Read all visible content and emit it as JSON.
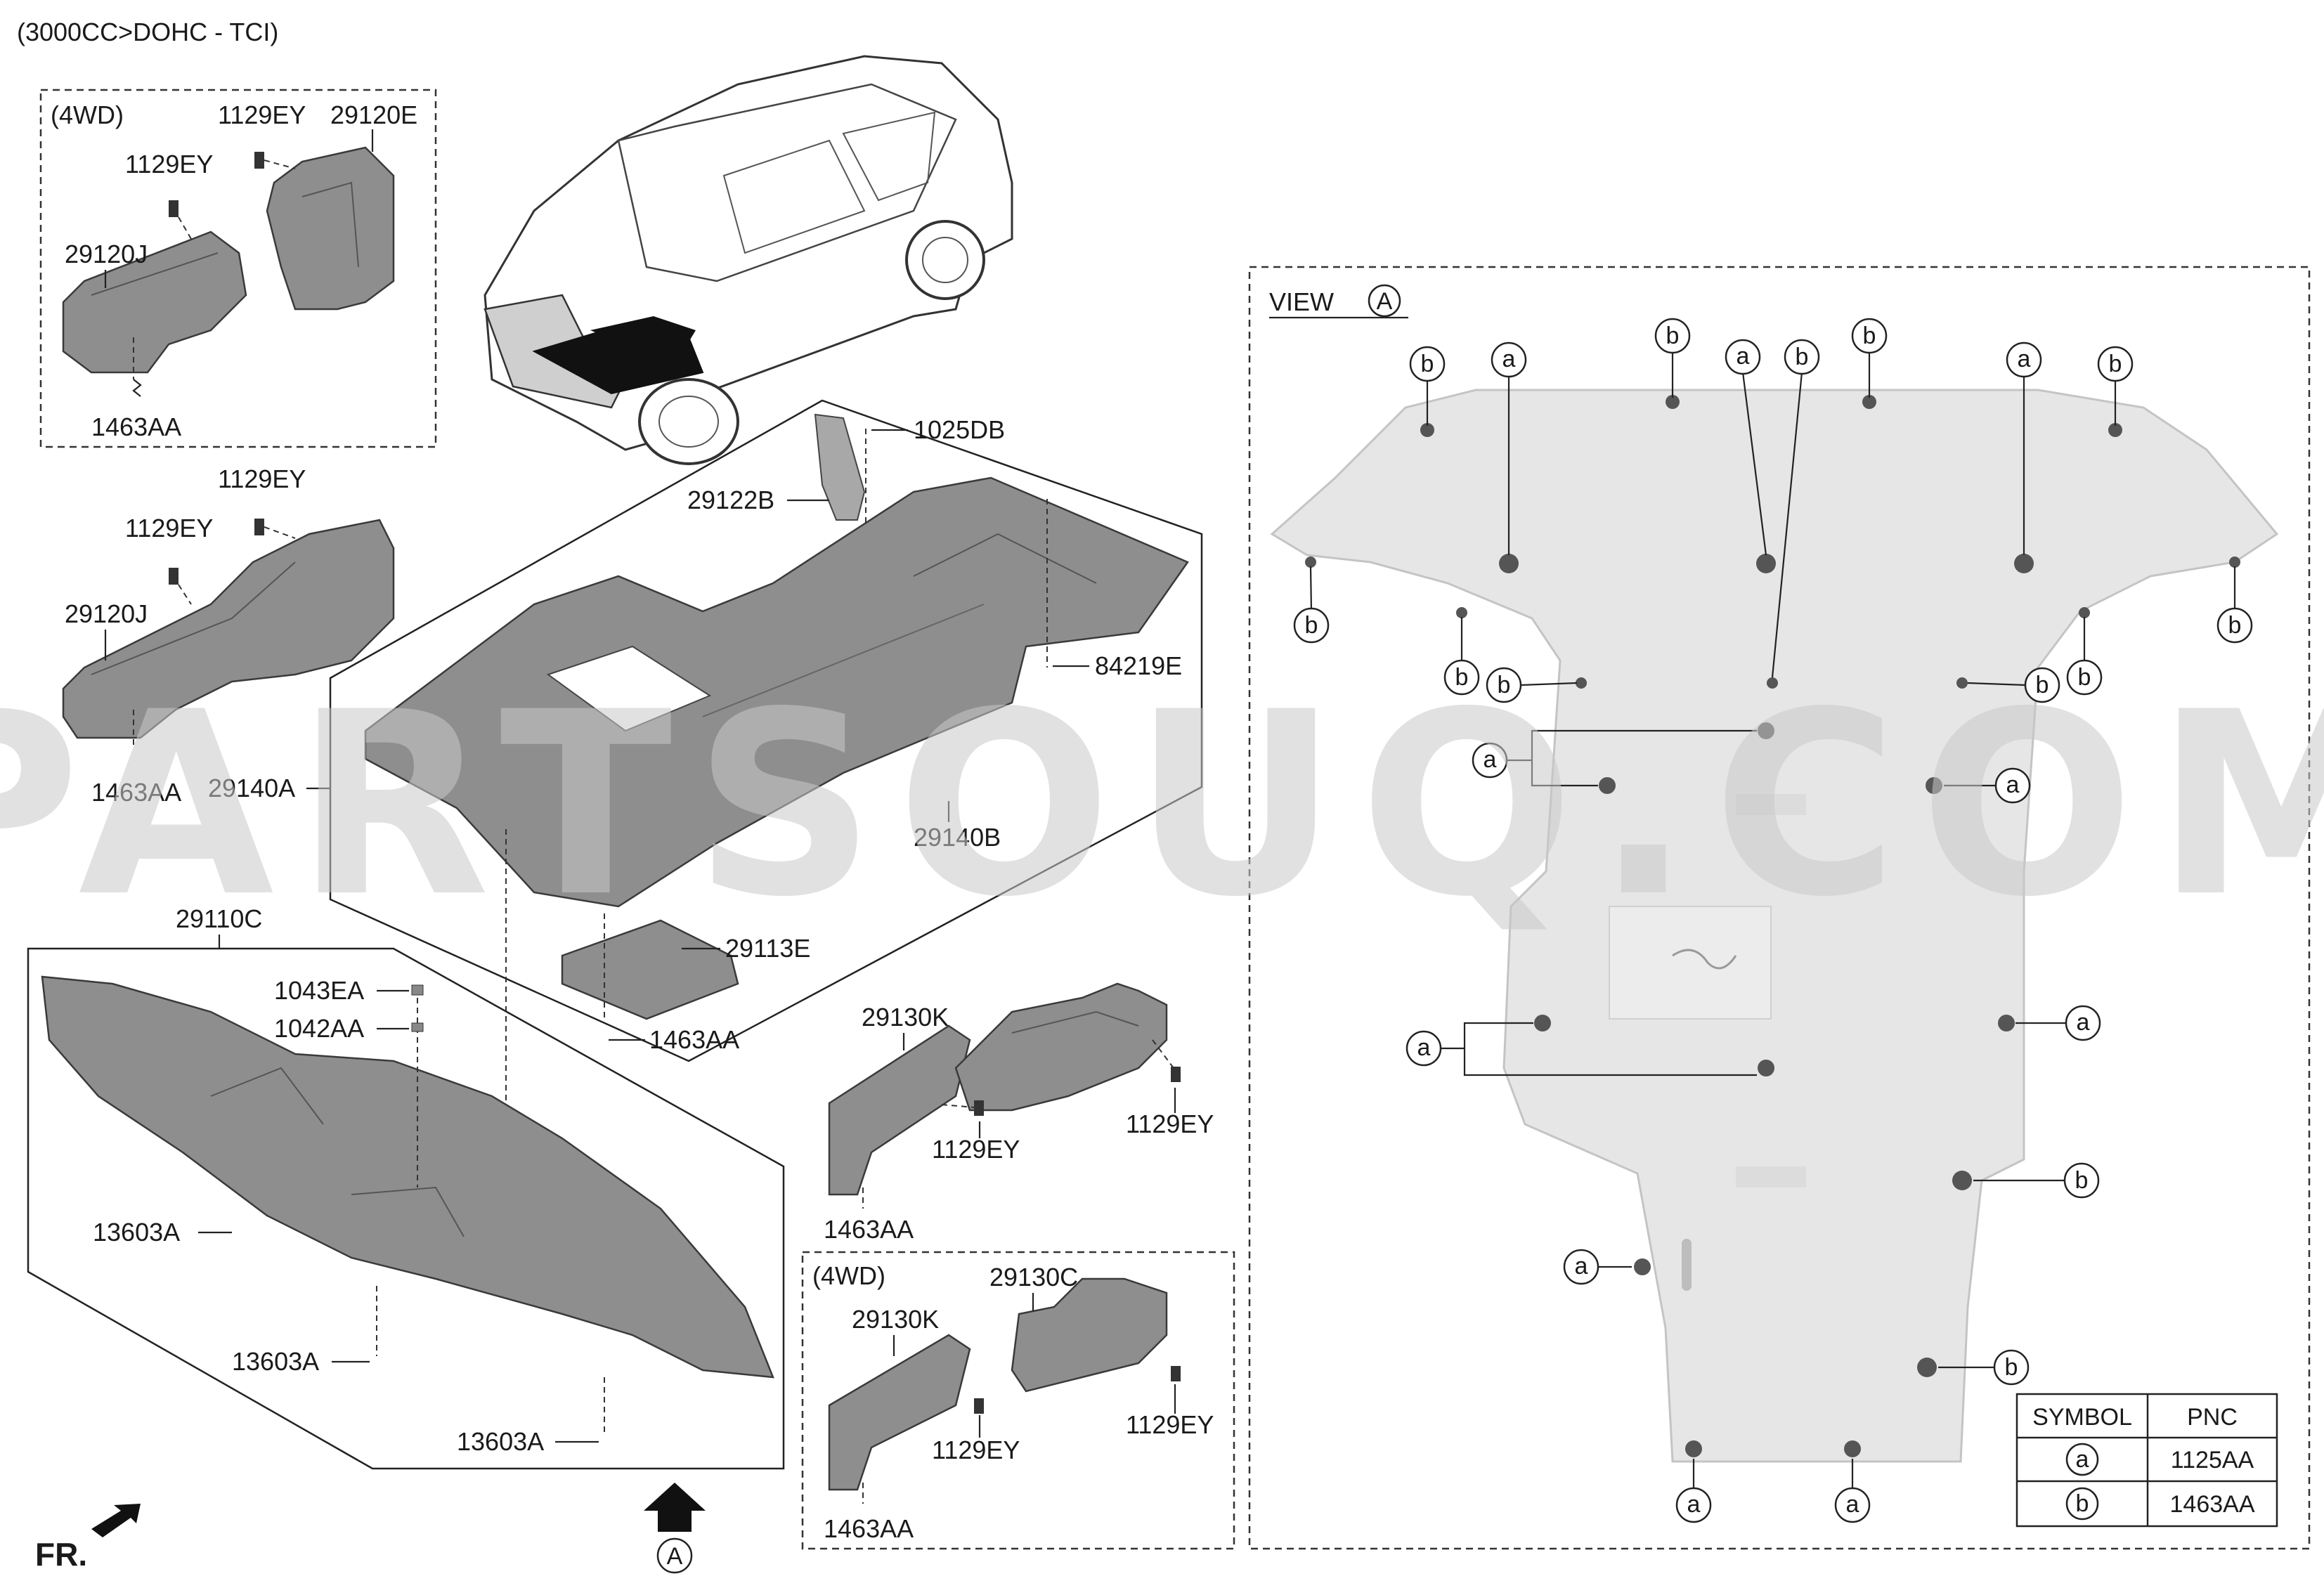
{
  "header": {
    "engine": "(3000CC>DOHC - TCI)"
  },
  "watermark": "PARTSOUQ.COM",
  "front_indicator": {
    "label": "FR."
  },
  "view_marker": {
    "letter": "A"
  },
  "view_panel": {
    "title": "VIEW",
    "letter": "A"
  },
  "groups": {
    "four_wd_1": "(4WD)",
    "four_wd_2": "(4WD)"
  },
  "parts": {
    "p_1129EY_a": "1129EY",
    "p_29120E": "29120E",
    "p_1129EY_b": "1129EY",
    "p_29120J_a": "29120J",
    "p_1463AA_a": "1463AA",
    "p_1129EY_c": "1129EY",
    "p_1129EY_d": "1129EY",
    "p_29120J_b": "29120J",
    "p_1463AA_b": "1463AA",
    "p_29140A": "29140A",
    "p_1025DB": "1025DB",
    "p_29122B": "29122B",
    "p_84219E": "84219E",
    "p_29140B": "29140B",
    "p_29113E": "29113E",
    "p_1463AA_c": "1463AA",
    "p_29110C": "29110C",
    "p_1043EA": "1043EA",
    "p_1042AA": "1042AA",
    "p_13603A_a": "13603A",
    "p_13603A_b": "13603A",
    "p_13603A_c": "13603A",
    "p_29130K_a": "29130K",
    "p_1129EY_e": "1129EY",
    "p_1129EY_f": "1129EY",
    "p_1463AA_d": "1463AA",
    "p_29130C": "29130C",
    "p_29130K_b": "29130K",
    "p_1129EY_g": "1129EY",
    "p_1129EY_h": "1129EY",
    "p_1463AA_e": "1463AA"
  },
  "callouts": {
    "a": "a",
    "b": "b"
  },
  "legend": {
    "header_symbol": "SYMBOL",
    "header_pnc": "PNC",
    "rows": [
      {
        "symbol": "a",
        "pnc": "1125AA"
      },
      {
        "symbol": "b",
        "pnc": "1463AA"
      }
    ]
  },
  "colors": {
    "line": "#222222",
    "part_fill": "#8e8e8e",
    "view_fill": "#e6e6e6",
    "watermark": "#c9c9c9"
  }
}
